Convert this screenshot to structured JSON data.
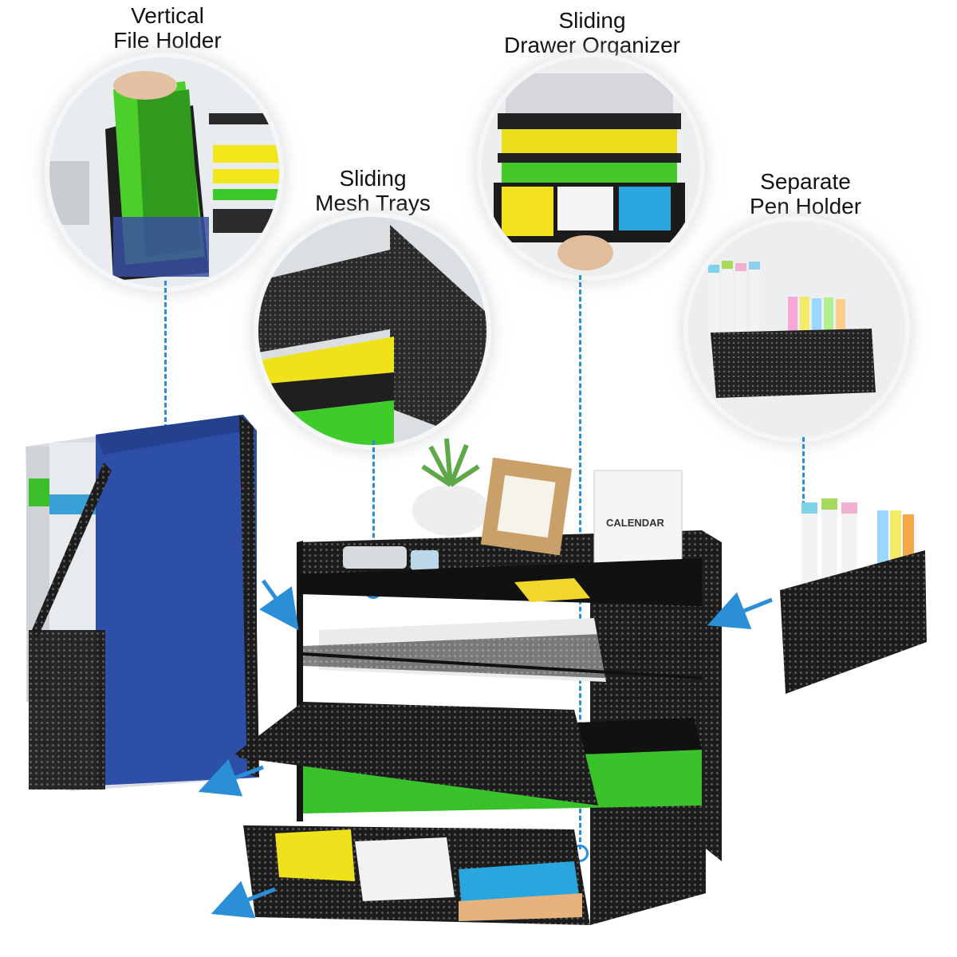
{
  "labels": {
    "file_holder": [
      "Vertical",
      "File Holder"
    ],
    "drawer": [
      "Sliding",
      "Drawer Organizer"
    ],
    "mesh_trays": [
      "Sliding",
      "Mesh Trays"
    ],
    "pen_holder": [
      "Separate",
      "Pen Holder"
    ]
  },
  "calendar_text": "CALENDAR",
  "colors": {
    "accent": "#2b8fd8",
    "mesh": "#1c1c1c",
    "green": "#39c22a",
    "yellow": "#f2e21c",
    "blue_folder": "#2e4fa8",
    "cyan": "#2aa6df"
  }
}
